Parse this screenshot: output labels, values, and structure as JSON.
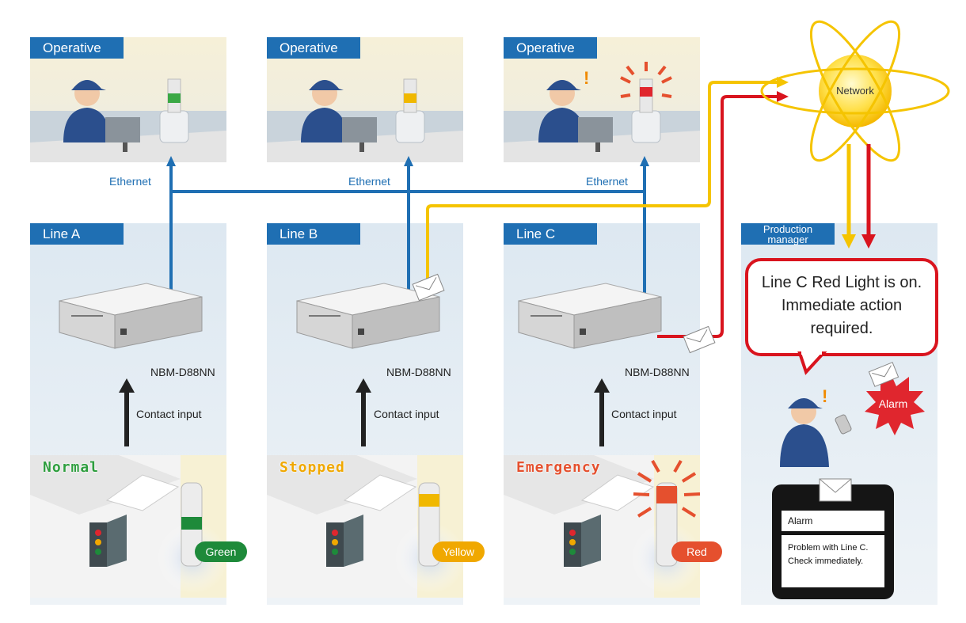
{
  "operatives": [
    "Operative",
    "Operative",
    "Operative"
  ],
  "ethernet_labels": [
    "Ethernet",
    "Ethernet",
    "Ethernet"
  ],
  "lines": [
    {
      "name": "Line A",
      "device": "NBM-D88NN",
      "input": "Contact input",
      "status": "Normal",
      "status_color": "#2e9e3e",
      "light": "Green",
      "light_color": "#1e8a3a"
    },
    {
      "name": "Line B",
      "device": "NBM-D88NN",
      "input": "Contact input",
      "status": "Stopped",
      "status_color": "#f0a800",
      "light": "Yellow",
      "light_color": "#f0a800"
    },
    {
      "name": "Line C",
      "device": "NBM-D88NN",
      "input": "Contact input",
      "status": "Emergency",
      "status_color": "#e5502e",
      "light": "Red",
      "light_color": "#e5502e"
    }
  ],
  "network": "Network",
  "manager": {
    "label": "Production manager",
    "bubble": [
      "Line C Red Light is on.",
      "Immediate action",
      "required."
    ],
    "alarm_burst": "Alarm",
    "phone_title": "Alarm",
    "phone_message": [
      "Problem with Line C.",
      "Check immediately."
    ]
  },
  "colors": {
    "ethernet": "#1f6fb3",
    "yellow_path": "#f5c400",
    "red_path": "#d9141e"
  }
}
